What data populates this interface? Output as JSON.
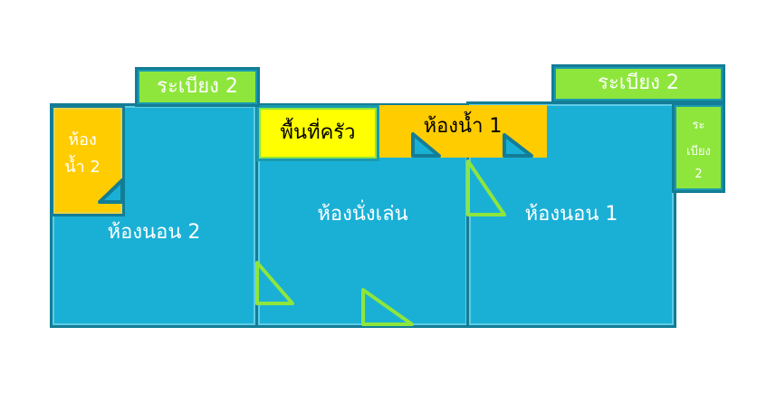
{
  "rooms": {
    "bedroom2": "ห้องนอน 2",
    "bathroom2_line1": "ห้อง",
    "bathroom2_line2": "น้ำ 2",
    "balcony_left": "ระเบียง 2",
    "living": "ห้องนั่งเล่น",
    "kitchen": "พื้นที่ครัว",
    "bathroom1": "ห้องน้ำ 1",
    "bedroom1": "ห้องนอน 1",
    "balcony_right": "ระเบียง 2",
    "balcony_side_line1": "ระ",
    "balcony_side_line2": "เบียง",
    "balcony_side_line3": "2"
  },
  "colors": {
    "room": "#1ab0d6",
    "wall": "#137d96",
    "bathroom": "#ffcc00",
    "kitchen": "#ffff00",
    "balcony": "#8ee63c",
    "door": "#8ee63c"
  }
}
